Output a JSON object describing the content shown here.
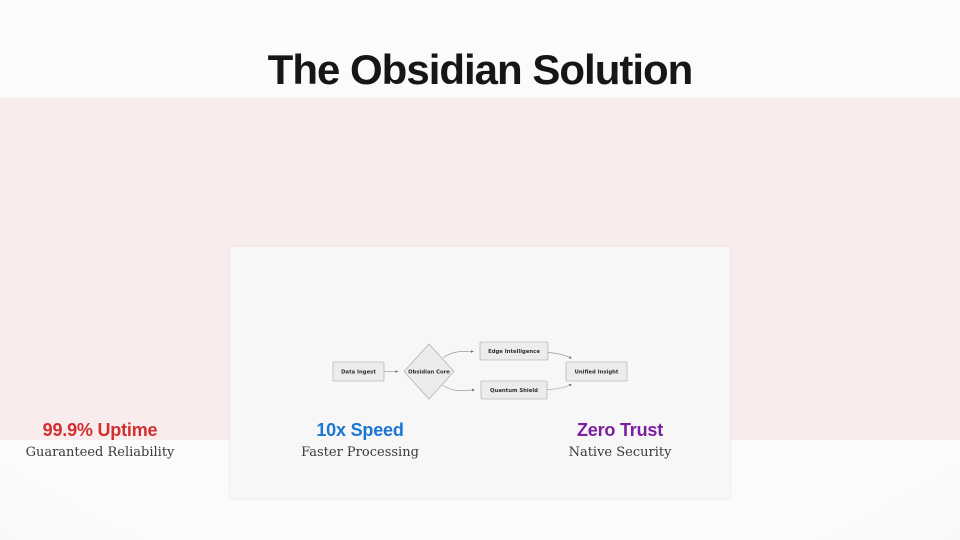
{
  "slide": {
    "title": "The Obsidian Solution"
  },
  "diagram": {
    "nodes": {
      "ingest": {
        "label": "Data Ingest"
      },
      "core": {
        "label": "Obsidian Core"
      },
      "edge": {
        "label": "Edge Intelligence"
      },
      "shield": {
        "label": "Quantum Shield"
      },
      "insight": {
        "label": "Unified Insight"
      }
    },
    "node_fill": "#ececec",
    "node_border": "#a3a3a3",
    "edge_color": "#9a9a9a"
  },
  "stats": [
    {
      "value": "99.9% Uptime",
      "label": "Guaranteed Reliability",
      "color": "#d32f2f"
    },
    {
      "value": "10x Speed",
      "label": "Faster Processing",
      "color": "#1976d2"
    },
    {
      "value": "Zero Trust",
      "label": "Native Security",
      "color": "#7b1fa2"
    }
  ],
  "colors": {
    "title": "#161616",
    "hero_band": "#f4e2e2",
    "card_background": "#f7f7f7",
    "page_background": "#f6f5f5"
  }
}
